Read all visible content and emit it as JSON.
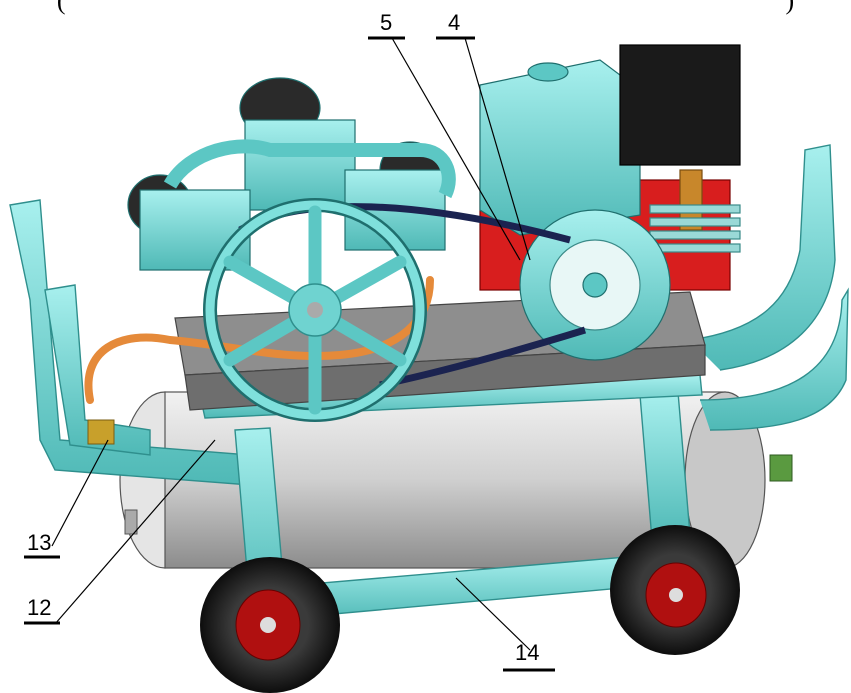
{
  "caption_fragment": "(",
  "caption_fragment_end": ")",
  "callouts": [
    {
      "id": "5",
      "label": "5"
    },
    {
      "id": "4",
      "label": "4"
    },
    {
      "id": "13",
      "label": "13"
    },
    {
      "id": "12",
      "label": "12"
    },
    {
      "id": "14",
      "label": "14"
    }
  ],
  "colors": {
    "frame": "#7fe0dc",
    "frame_dark": "#3aa7a6",
    "tank": "#d9d9d9",
    "engine_red": "#d81e1e",
    "tire": "#1a1a1a",
    "hub_red": "#b01010",
    "belt": "#1b2350",
    "hose": "#e58a3a"
  }
}
